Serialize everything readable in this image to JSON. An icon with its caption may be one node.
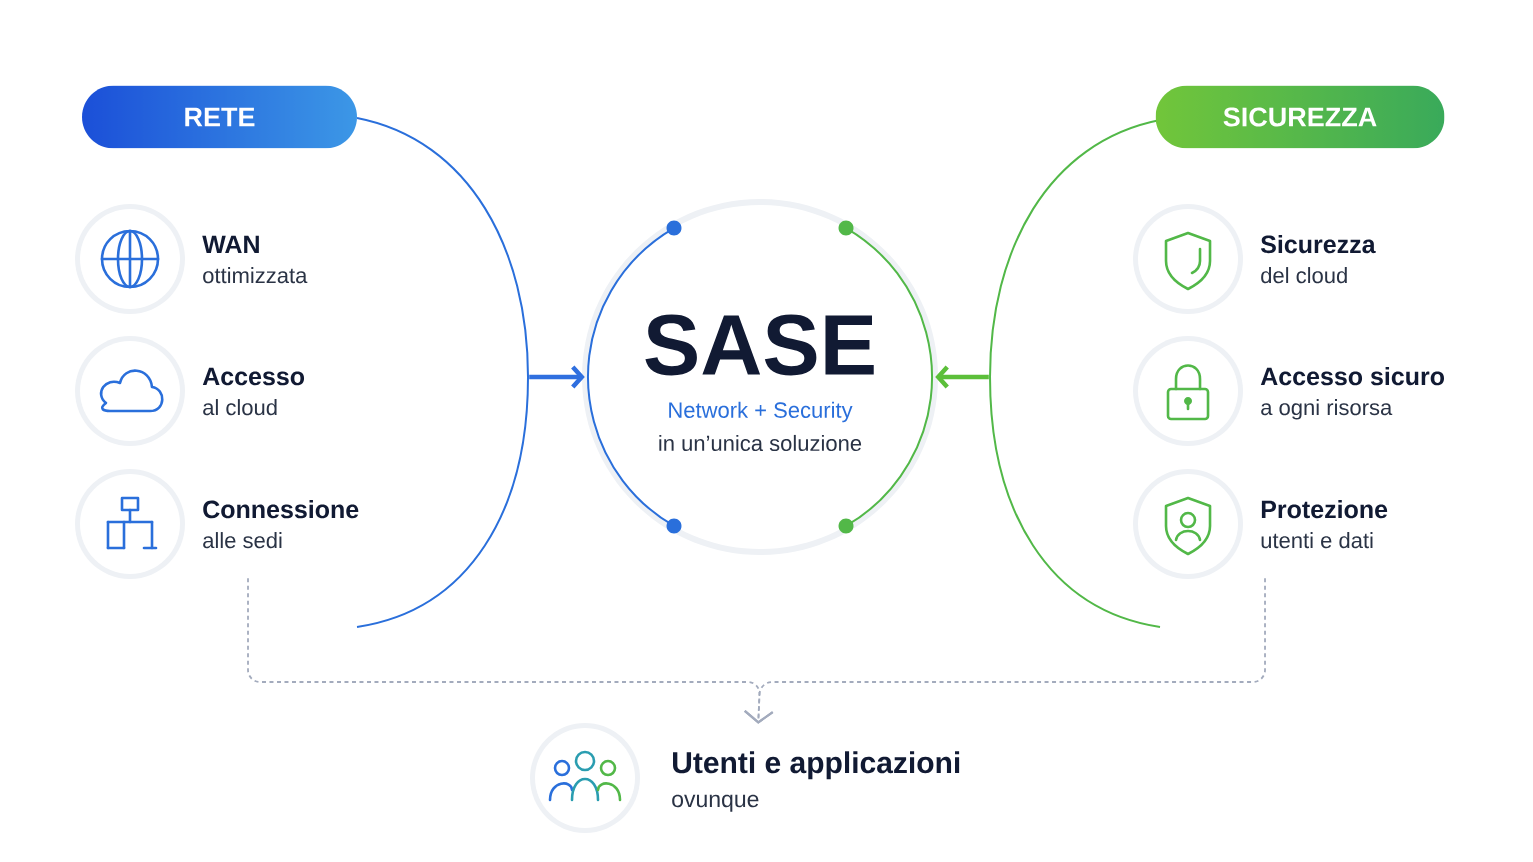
{
  "diagram": {
    "nodes": [
      {
        "text": [
          "RETE"
        ]
      },
      {
        "text": [
          "SICUREZZA"
        ]
      },
      {
        "text": [
          "WAN",
          "ottimizzata"
        ]
      },
      {
        "text": [
          "Accesso",
          "al cloud"
        ]
      },
      {
        "text": [
          "Connessione",
          "alle sedi"
        ]
      },
      {
        "text": [
          "SASE",
          "Network + Security",
          "in un’unica soluzione"
        ]
      },
      {
        "text": [
          "Sicurezza",
          "del cloud"
        ]
      },
      {
        "text": [
          "Accesso sicuro",
          "a ogni risorsa"
        ]
      },
      {
        "text": [
          "Protezione",
          "utenti e dati"
        ]
      },
      {
        "text": [
          "Utenti e applicazioni",
          "ovunque"
        ]
      },
      {
        "text": [],
        "shape": "bracket"
      },
      {
        "text": [],
        "shape": "bracket"
      }
    ],
    "edges": [
      {
        "from": 10,
        "to": 5,
        "arrow": "to",
        "style": "thick",
        "color": "#2f6fdf"
      },
      {
        "from": 11,
        "to": 5,
        "arrow": "to",
        "style": "thick",
        "color": "#5cbf3a"
      },
      {
        "from": 4,
        "to": 9,
        "arrow": "to",
        "style": "dashed",
        "color": "#a3abbd"
      },
      {
        "from": 8,
        "to": 9,
        "arrow": "to",
        "style": "dashed",
        "color": "#a3abbd"
      }
    ]
  }
}
